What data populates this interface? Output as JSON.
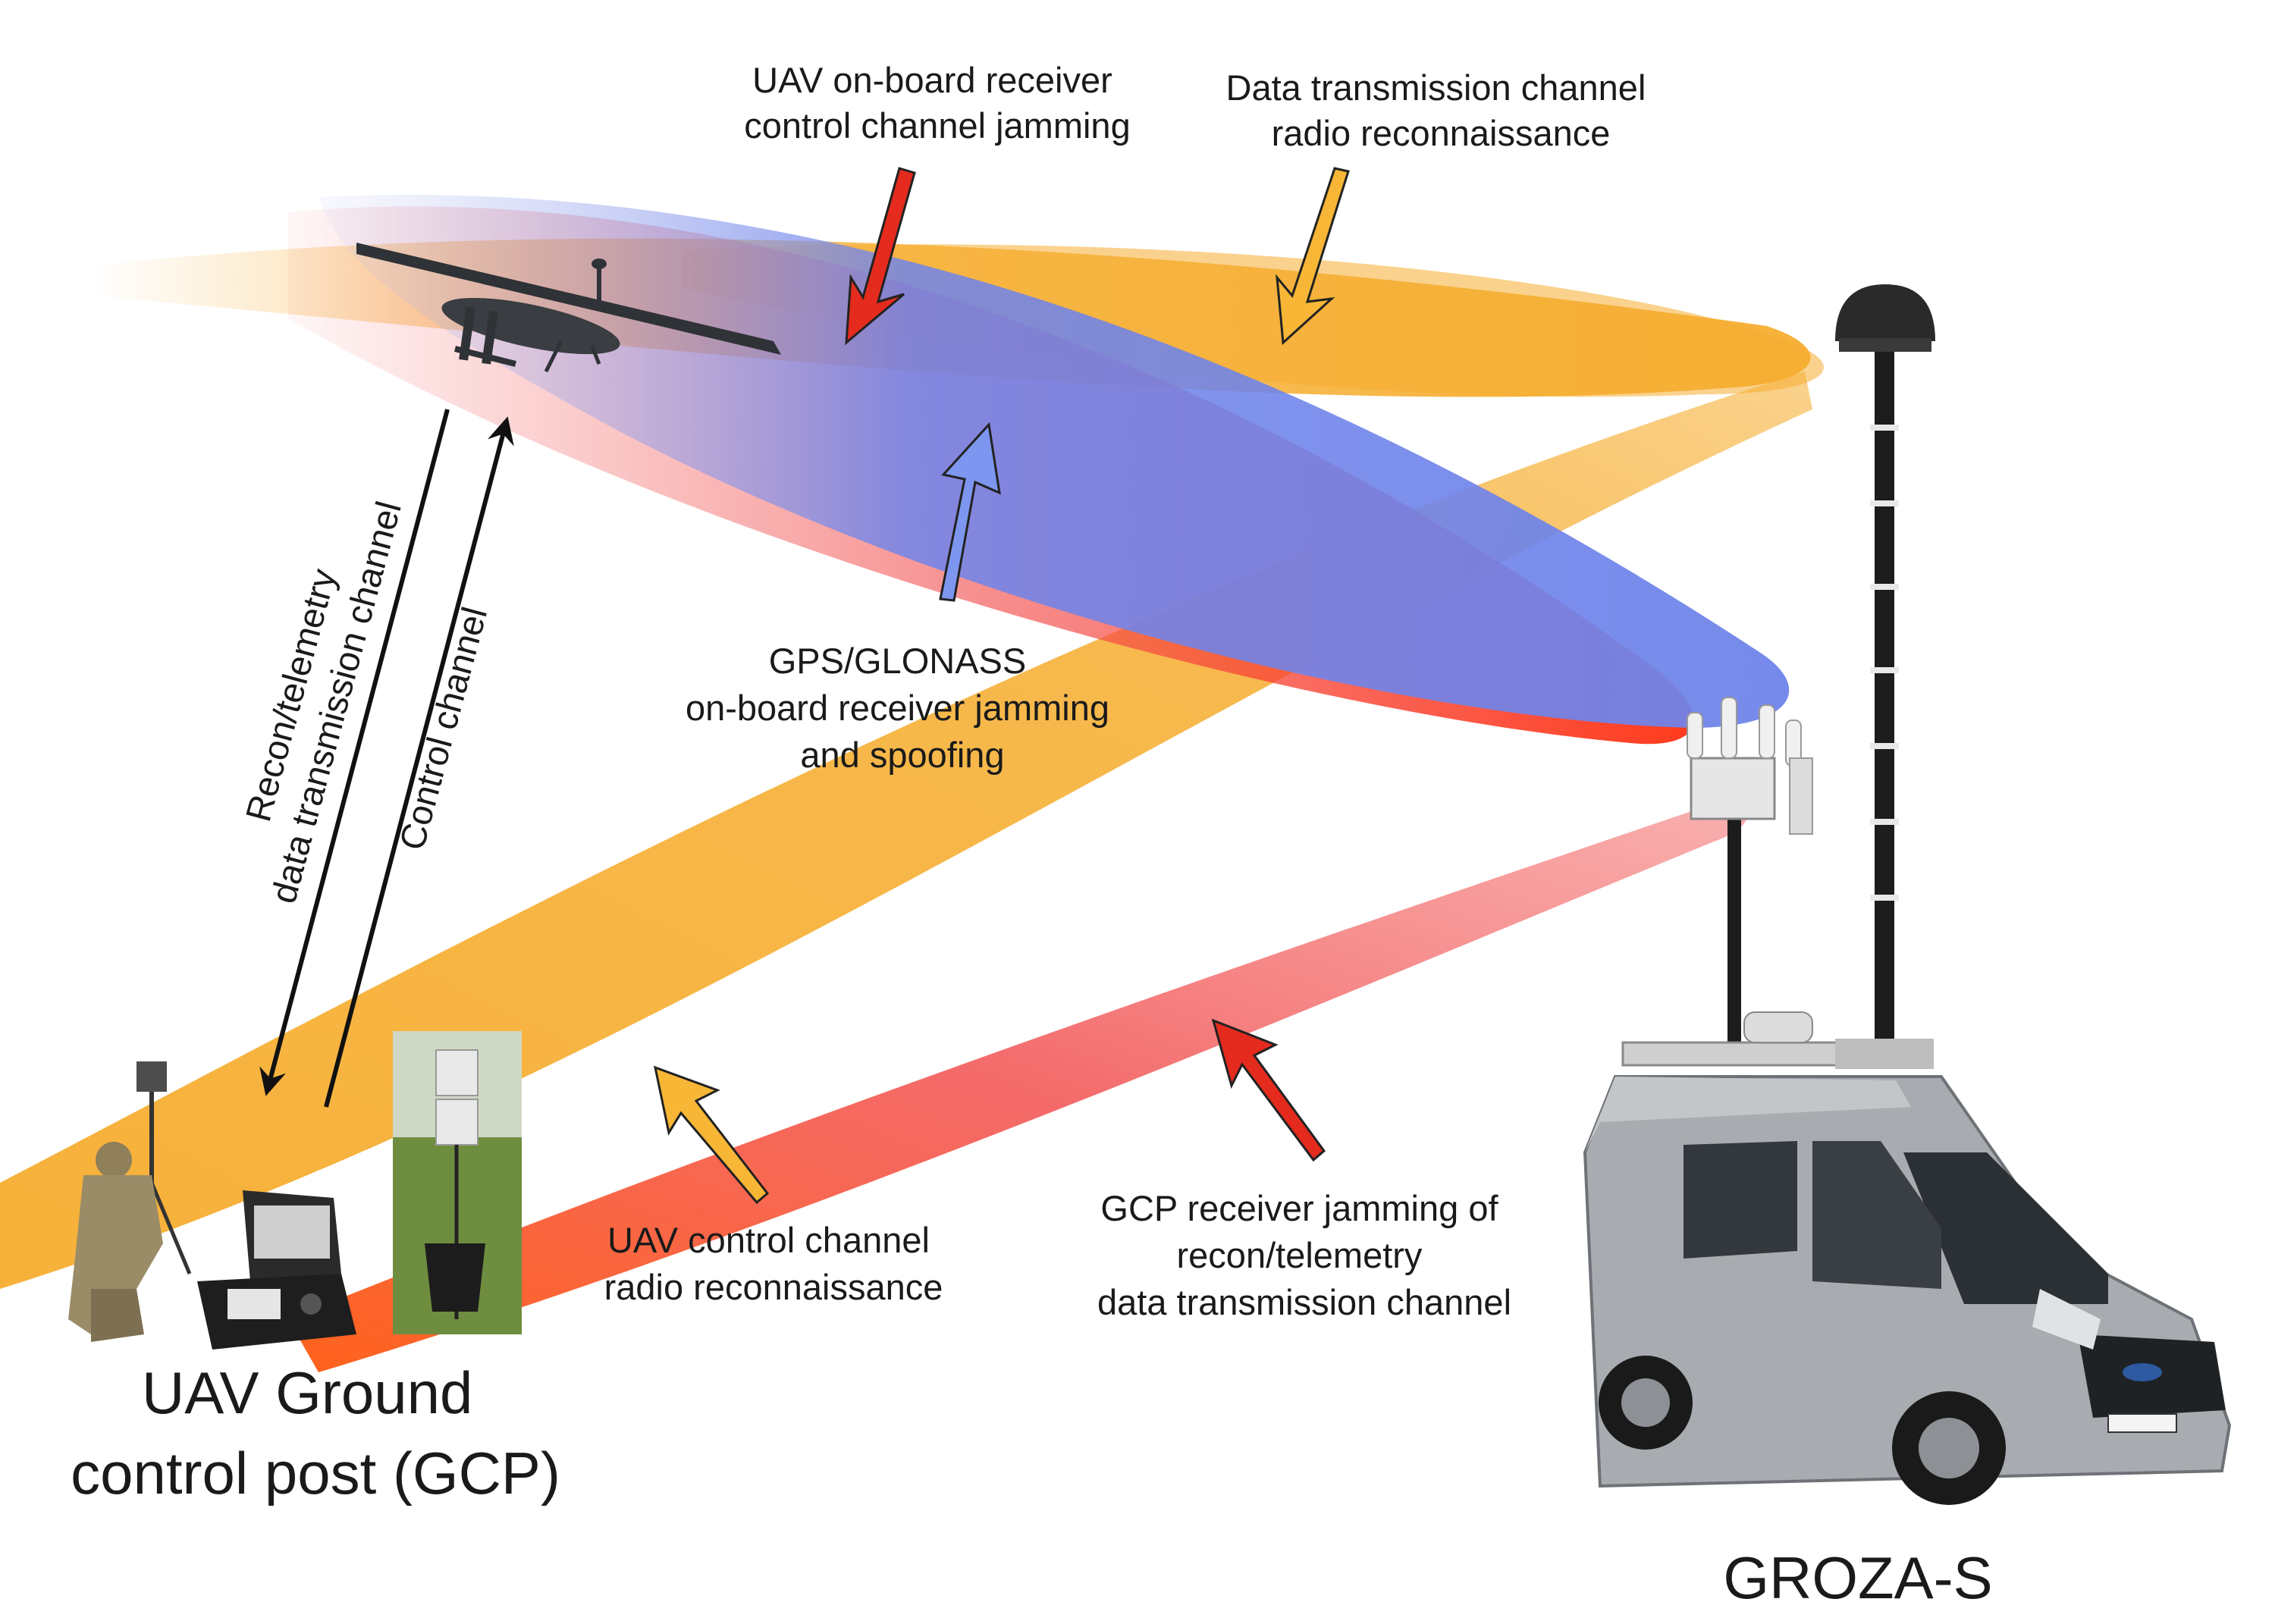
{
  "labels": {
    "uav_control_jamming": [
      "UAV on-board receiver",
      "control channel jamming"
    ],
    "data_recon": [
      "Data transmission channel",
      "radio reconnaissance"
    ],
    "gps_jamming": [
      "GPS/GLONASS",
      "on-board receiver jamming",
      "and spoofing"
    ],
    "recon_channel": [
      "Recon/telemetry",
      "data transmission channel"
    ],
    "control_channel": "Control  channel",
    "uav_control_recon": [
      "UAV control channel",
      "radio reconnaissance"
    ],
    "gcp_jamming": [
      "GCP receiver jamming of",
      "recon/telemetry",
      "data transmission channel"
    ],
    "gcp_title": [
      "UAV Ground",
      "control post (GCP)"
    ],
    "system_name": "GROZA-S"
  },
  "colors": {
    "orange_beam": "#f6ad2f",
    "red_beam": "#f25050",
    "blue_beam": "#6f84ea",
    "red_arrow": "#e42b1e",
    "orange_arrow": "#f7b636",
    "blue_arrow": "#7d96f0",
    "channel_arrow": "#111111"
  },
  "icons": {
    "drone": "uav-drone-icon",
    "van": "groza-s-van-icon",
    "soldier": "soldier-operator-icon",
    "console": "control-console-icon",
    "antenna": "field-antenna-icon"
  }
}
